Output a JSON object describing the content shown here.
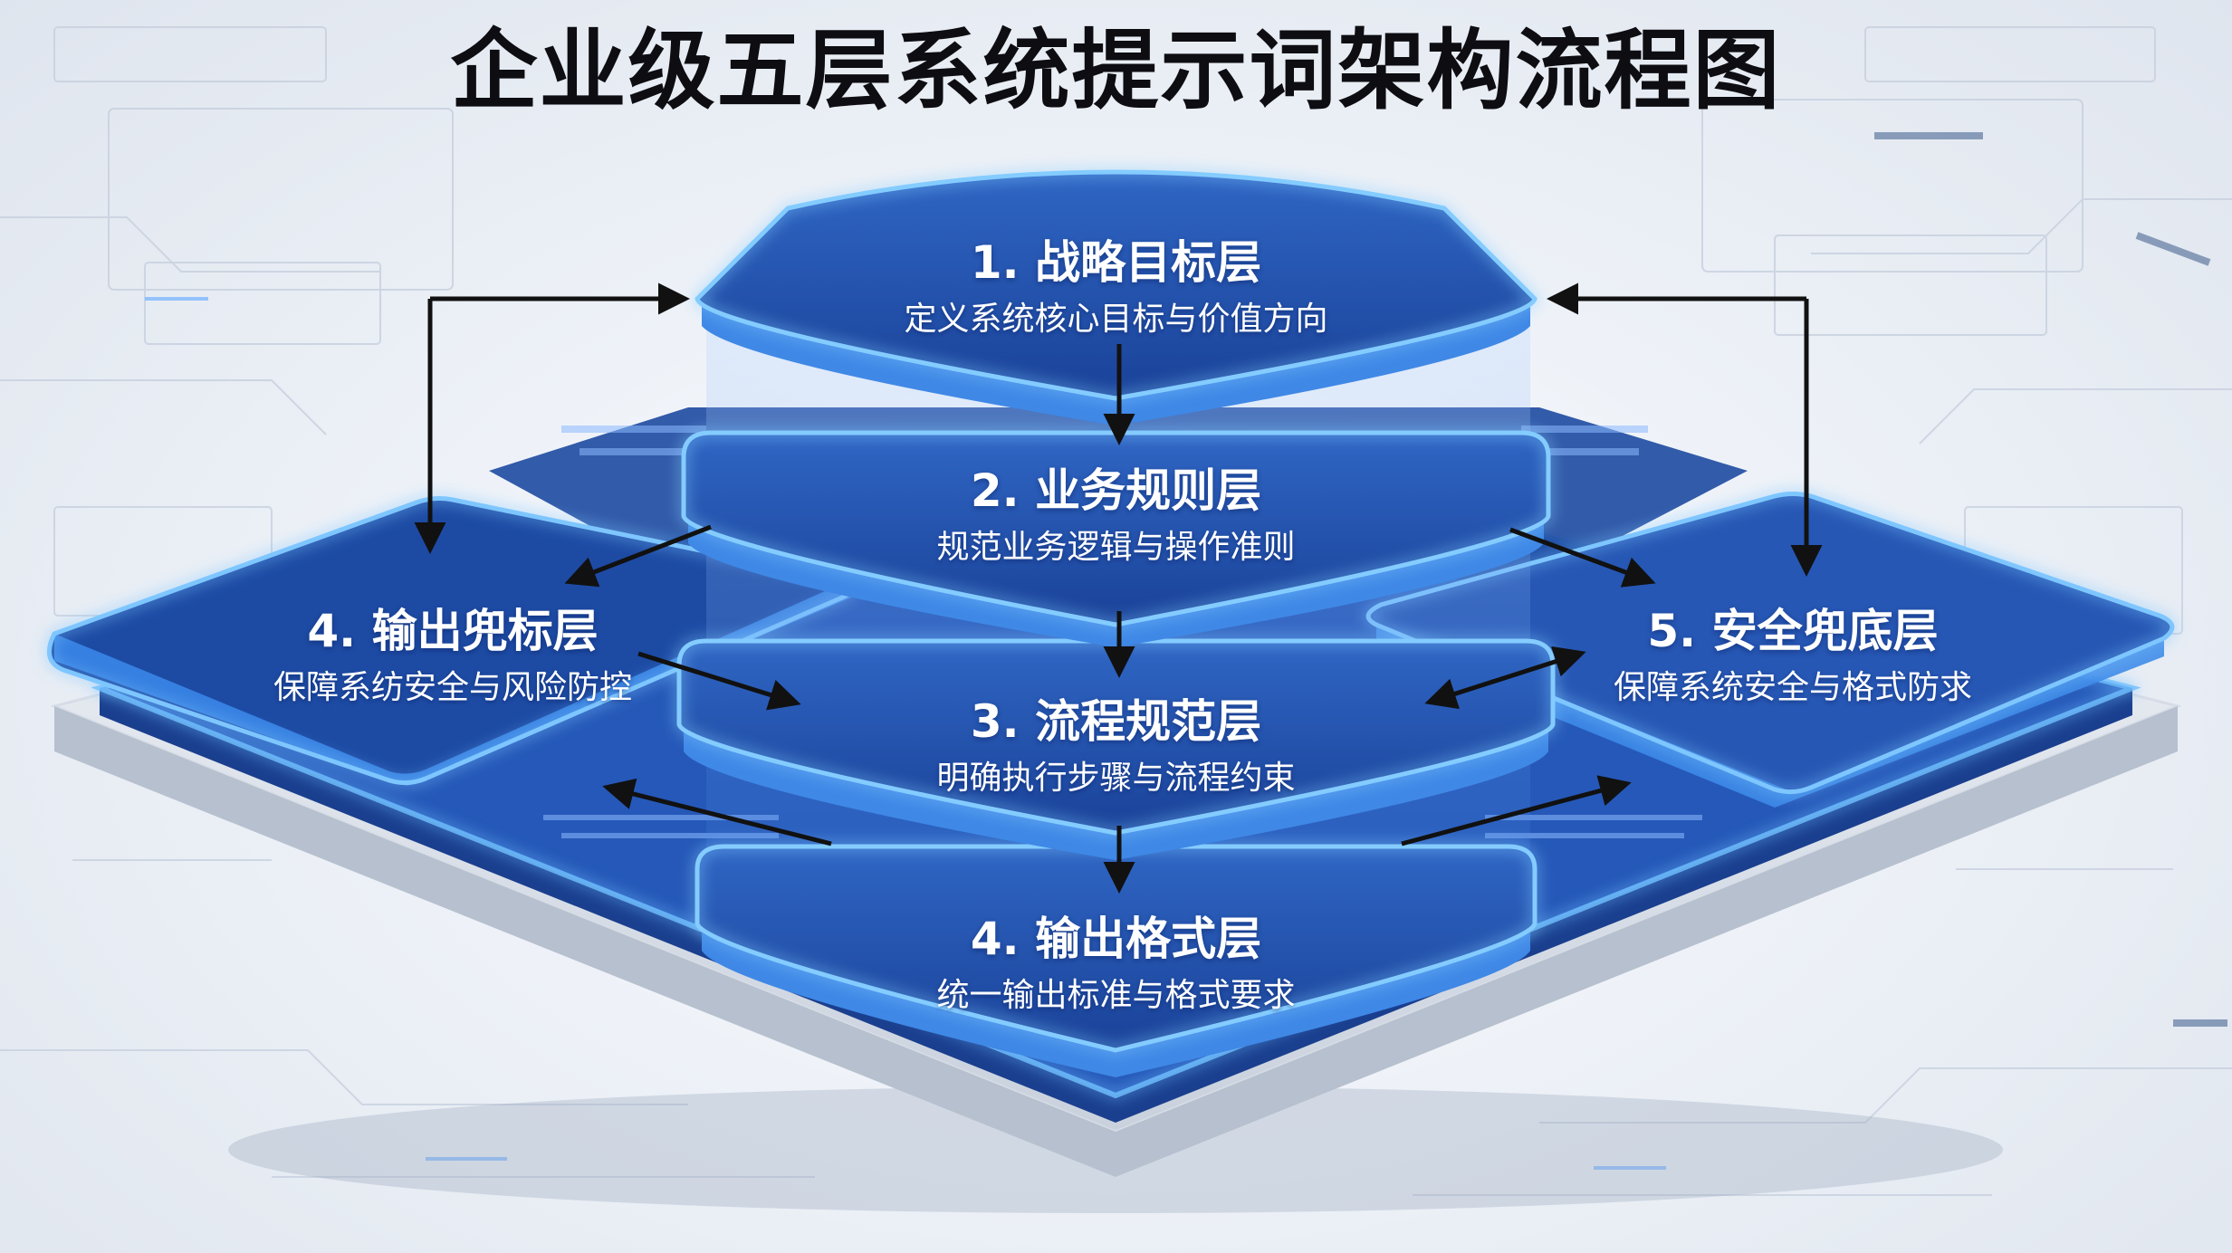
{
  "title": "企业级五层系统提示词架构流程图",
  "colors": {
    "panel_dark": "#1f4fa8",
    "panel_light": "#4f8ee0",
    "glow": "#5db5ff",
    "arrow": "#111111",
    "title": "#0d0d12"
  },
  "layers": [
    {
      "name": "1. 战略目标层",
      "description": "定义系统核心目标与价值方向"
    },
    {
      "name": "2. 业务规则层",
      "description": "规范业务逻辑与操作准则"
    },
    {
      "name": "3. 流程规范层",
      "description": "明确执行步骤与流程约束"
    },
    {
      "name": "4. 输出格式层",
      "description": "统一输出标准与格式要求"
    },
    {
      "name": "4. 输出兜标层",
      "description": "保障系纺安全与风险防控"
    },
    {
      "name": "5. 安全兜底层",
      "description": "保障系统安全与格式防求"
    }
  ]
}
